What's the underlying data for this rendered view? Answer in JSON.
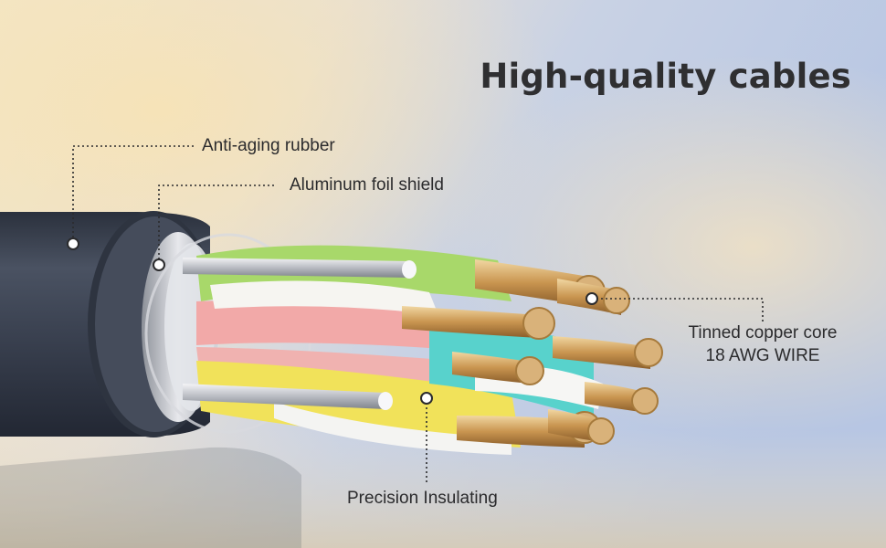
{
  "title": "High-quality cables",
  "callouts": {
    "anti_aging_rubber": "Anti-aging rubber",
    "aluminum_foil_shield": "Aluminum foil shield",
    "tinned_copper_core_line1": "Tinned copper core",
    "tinned_copper_core_line2": "18 AWG WIRE",
    "precision_insulating": "Precision Insulating"
  },
  "colors": {
    "jacket": "#3a4150",
    "shield": "#c9ccd2",
    "copper": "#d5a765",
    "wire_green": "#a8d86a",
    "wire_pink": "#f2a9a8",
    "wire_yellow": "#f1e25a",
    "wire_white": "#f4f4f2",
    "wire_cyan": "#58d2cc",
    "text": "#2b2b2d"
  }
}
